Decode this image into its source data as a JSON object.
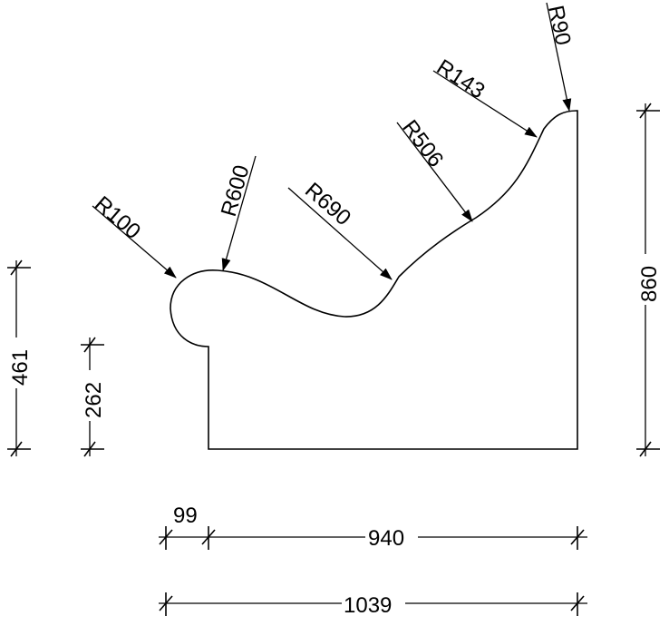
{
  "radii": {
    "r100": "R100",
    "r600": "R600",
    "r690": "R690",
    "r506": "R506",
    "r143": "R143",
    "r90": "R90"
  },
  "dimensions": {
    "left_height": "461",
    "inner_height": "262",
    "right_height": "860",
    "offset_width": "99",
    "inner_width": "940",
    "total_width": "1039"
  }
}
